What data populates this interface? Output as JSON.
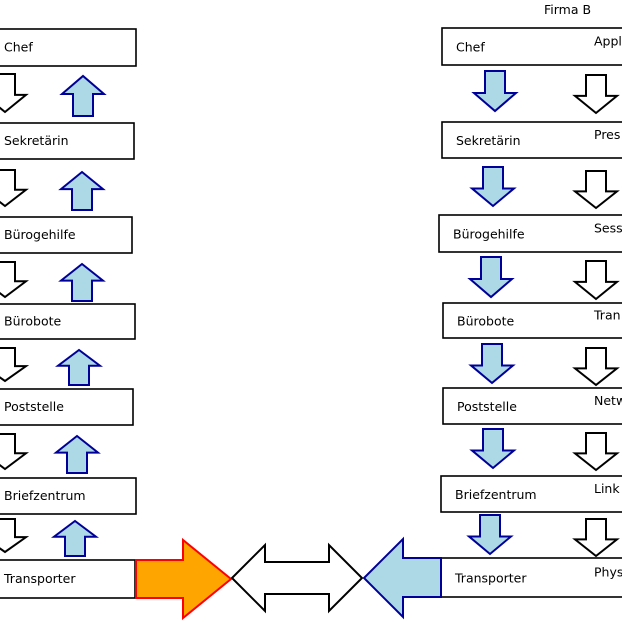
{
  "firm_b_title": "Firma B",
  "left_stack": {
    "layers": [
      "Chef",
      "Sekretärin",
      "Bürogehilfe",
      "Bürobote",
      "Poststelle",
      "Briefzentrum",
      "Transporter"
    ]
  },
  "right_stack": {
    "layers": [
      "Chef",
      "Sekretärin",
      "Bürogehilfe",
      "Bürobote",
      "Poststelle",
      "Briefzentrum",
      "Transporter"
    ],
    "osi_labels": [
      "Appl",
      "Pres",
      "Sess",
      "Tran",
      "Netw",
      "Link",
      "Phys"
    ]
  },
  "colors": {
    "blue_fill": "#add8e6",
    "blue_stroke": "#000099",
    "orange_fill": "#ffa500",
    "orange_stroke": "#ff0000",
    "box_stroke": "#000000"
  }
}
